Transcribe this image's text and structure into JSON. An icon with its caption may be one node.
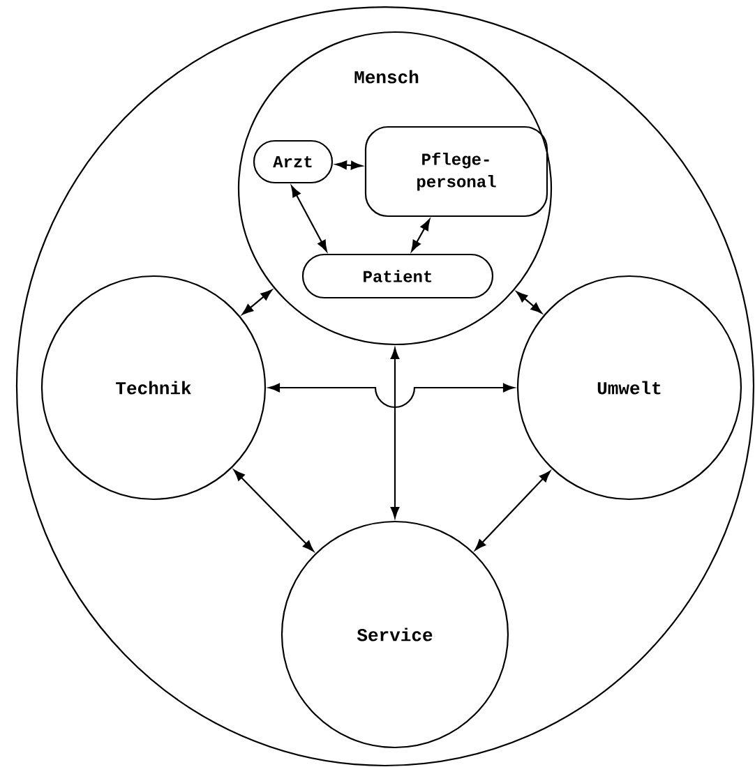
{
  "diagram": {
    "nodes": [
      {
        "text": [],
        "shape": "circle"
      },
      {
        "text": [
          "Mensch"
        ],
        "in": 0
      },
      {
        "text": [
          "Arzt"
        ],
        "in": 1
      },
      {
        "text": [
          "Pflege- personal"
        ],
        "in": 1
      },
      {
        "text": [
          "Patient"
        ],
        "in": 1
      },
      {
        "text": [
          "Technik"
        ],
        "in": 0
      },
      {
        "text": [
          "Umwelt"
        ],
        "in": 0
      },
      {
        "text": [
          "Service"
        ],
        "in": 0
      }
    ],
    "edges": [
      {
        "from": 2,
        "to": 3,
        "arrow": "both"
      },
      {
        "from": 2,
        "to": 4,
        "arrow": "both"
      },
      {
        "from": 3,
        "to": 4,
        "arrow": "both"
      },
      {
        "from": 1,
        "to": 5,
        "arrow": "both"
      },
      {
        "from": 1,
        "to": 6,
        "arrow": "both"
      },
      {
        "from": 1,
        "to": 7,
        "arrow": "both"
      },
      {
        "from": 5,
        "to": 6,
        "arrow": "both"
      },
      {
        "from": 5,
        "to": 7,
        "arrow": "both"
      },
      {
        "from": 6,
        "to": 7,
        "arrow": "both"
      }
    ]
  }
}
